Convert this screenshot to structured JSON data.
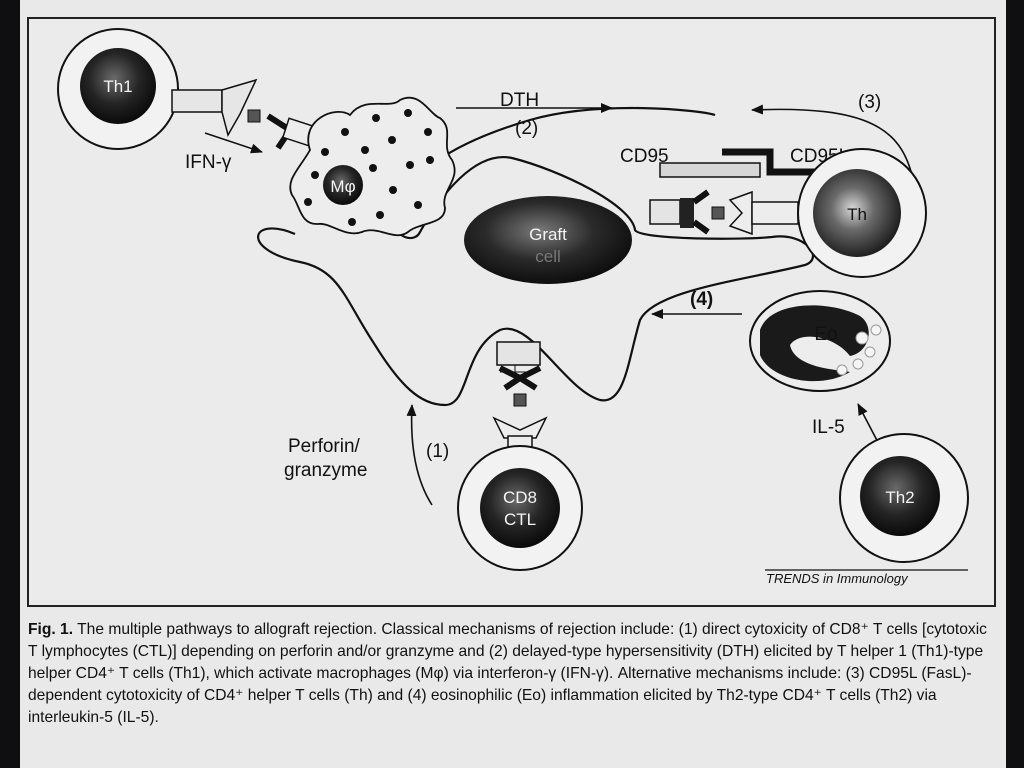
{
  "labels": {
    "th1": "Th1",
    "ifn_gamma": "IFN-γ",
    "macrophage": "Mφ",
    "dth": "DTH",
    "pathway_2": "(2)",
    "pathway_3": "(3)",
    "cd95": "CD95",
    "cd95l": "CD95L",
    "th": "Th",
    "graft_line1": "Graft",
    "graft_line2": "cell",
    "pathway_4": "(4)",
    "eo": "Eo",
    "il5": "IL-5",
    "th2": "Th2",
    "perforin_line1": "Perforin/",
    "perforin_line2": "granzyme",
    "pathway_1": "(1)",
    "cd8_line1": "CD8",
    "cd8_line2": "CTL",
    "credit": "TRENDS in Immunology"
  },
  "caption": {
    "fig_label": "Fig. 1.",
    "text": "The multiple pathways to allograft rejection. Classical mechanisms of rejection include: (1) direct cytoxicity of CD8⁺ T cells [cytotoxic T lymphocytes (CTL)] depending on perforin and/or granzyme and (2) delayed-type hypersensitivity (DTH) elicited by T helper 1 (Th1)-type helper CD4⁺ T cells (Th1), which activate macrophages (Mφ) via interferon-γ (IFN-γ). Alternative mechanisms include: (3) CD95L (FasL)-dependent cytotoxicity of CD4⁺ helper T cells (Th) and (4) eosinophilic (Eo) inflammation elicited by Th2-type CD4⁺ T cells (Th2) via interleukin-5 (IL-5)."
  },
  "colors": {
    "page_background": "#0f0f12",
    "slide": "#e9e9e9",
    "ink": "#111111"
  }
}
